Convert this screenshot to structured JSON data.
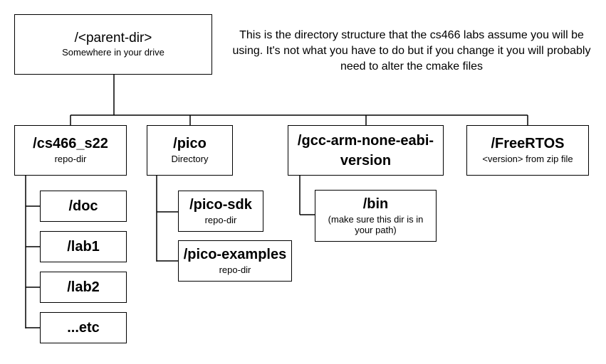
{
  "note": "This is the directory structure that the cs466 labs assume you will be using.  It's not what you have to do but if you change it you will probably need to alter the cmake files",
  "root": {
    "title": "/<parent-dir>",
    "subtitle": "Somewhere in your drive"
  },
  "dirs": {
    "cs466": {
      "title": "/cs466_s22",
      "subtitle": "repo-dir"
    },
    "pico": {
      "title": "/pico",
      "subtitle": "Directory"
    },
    "gcc": {
      "title": "/gcc-arm-none-eabi-version"
    },
    "freertos": {
      "title": "/FreeRTOS",
      "subtitle": "<version> from zip file"
    }
  },
  "cs466_children": [
    "/doc",
    "/lab1",
    "/lab2",
    "...etc"
  ],
  "pico_children": [
    {
      "title": "/pico-sdk",
      "subtitle": "repo-dir"
    },
    {
      "title": "/pico-examples",
      "subtitle": "repo-dir"
    }
  ],
  "gcc_child": {
    "title": "/bin",
    "subtitle": "(make sure this dir is in your path)"
  }
}
